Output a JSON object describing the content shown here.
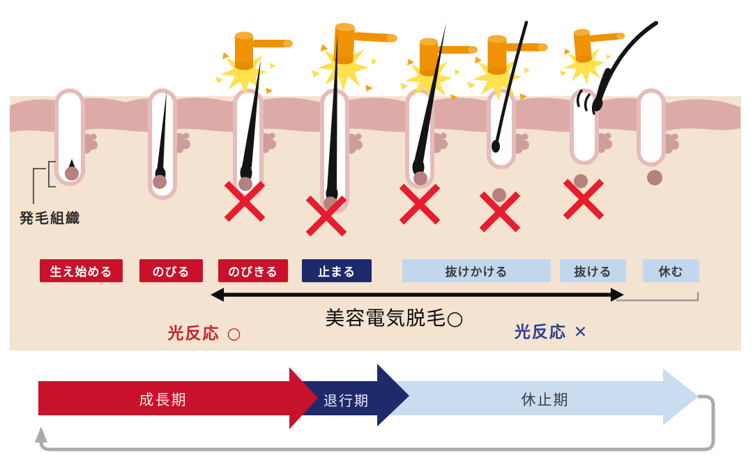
{
  "diagram": {
    "title_semantic": "hair-growth-cycle-and-electrolysis-diagram",
    "tissue_label": "発毛組織",
    "phases": [
      {
        "label": "生え始める",
        "style": "red"
      },
      {
        "label": "のびる",
        "style": "red"
      },
      {
        "label": "のびきる",
        "style": "red"
      },
      {
        "label": "止まる",
        "style": "navy"
      },
      {
        "label": "抜けかける",
        "style": "lightblue"
      },
      {
        "label": "抜ける",
        "style": "lightblue"
      },
      {
        "label": "休む",
        "style": "lightblue"
      }
    ],
    "electro_arrow_label": "美容電気脱毛○",
    "photo_reaction_ok": "光反応 ○",
    "photo_reaction_ng": "光反応 ✕",
    "cycle_stages": [
      {
        "label": "成長期",
        "color": "#c8112b"
      },
      {
        "label": "退行期",
        "color": "#1f2a6b"
      },
      {
        "label": "休止期",
        "color": "#c9dcf0"
      }
    ],
    "icons": {
      "hammer": "electrolysis-flash-hammer-icon",
      "x_mark": "destroyed-tissue-x-icon"
    },
    "colors": {
      "phase_red": "#c9112b",
      "phase_navy": "#1f2a6b",
      "phase_lightblue": "#c2d6ee",
      "x_mark_red": "#e71c2c",
      "hammer_orange": "#ef9206",
      "flash_yellow": "#ffe14e",
      "skin_beige": "#f3e3d0",
      "dermis_pink": "#dcaba8",
      "loop_gray": "#ababab"
    }
  }
}
